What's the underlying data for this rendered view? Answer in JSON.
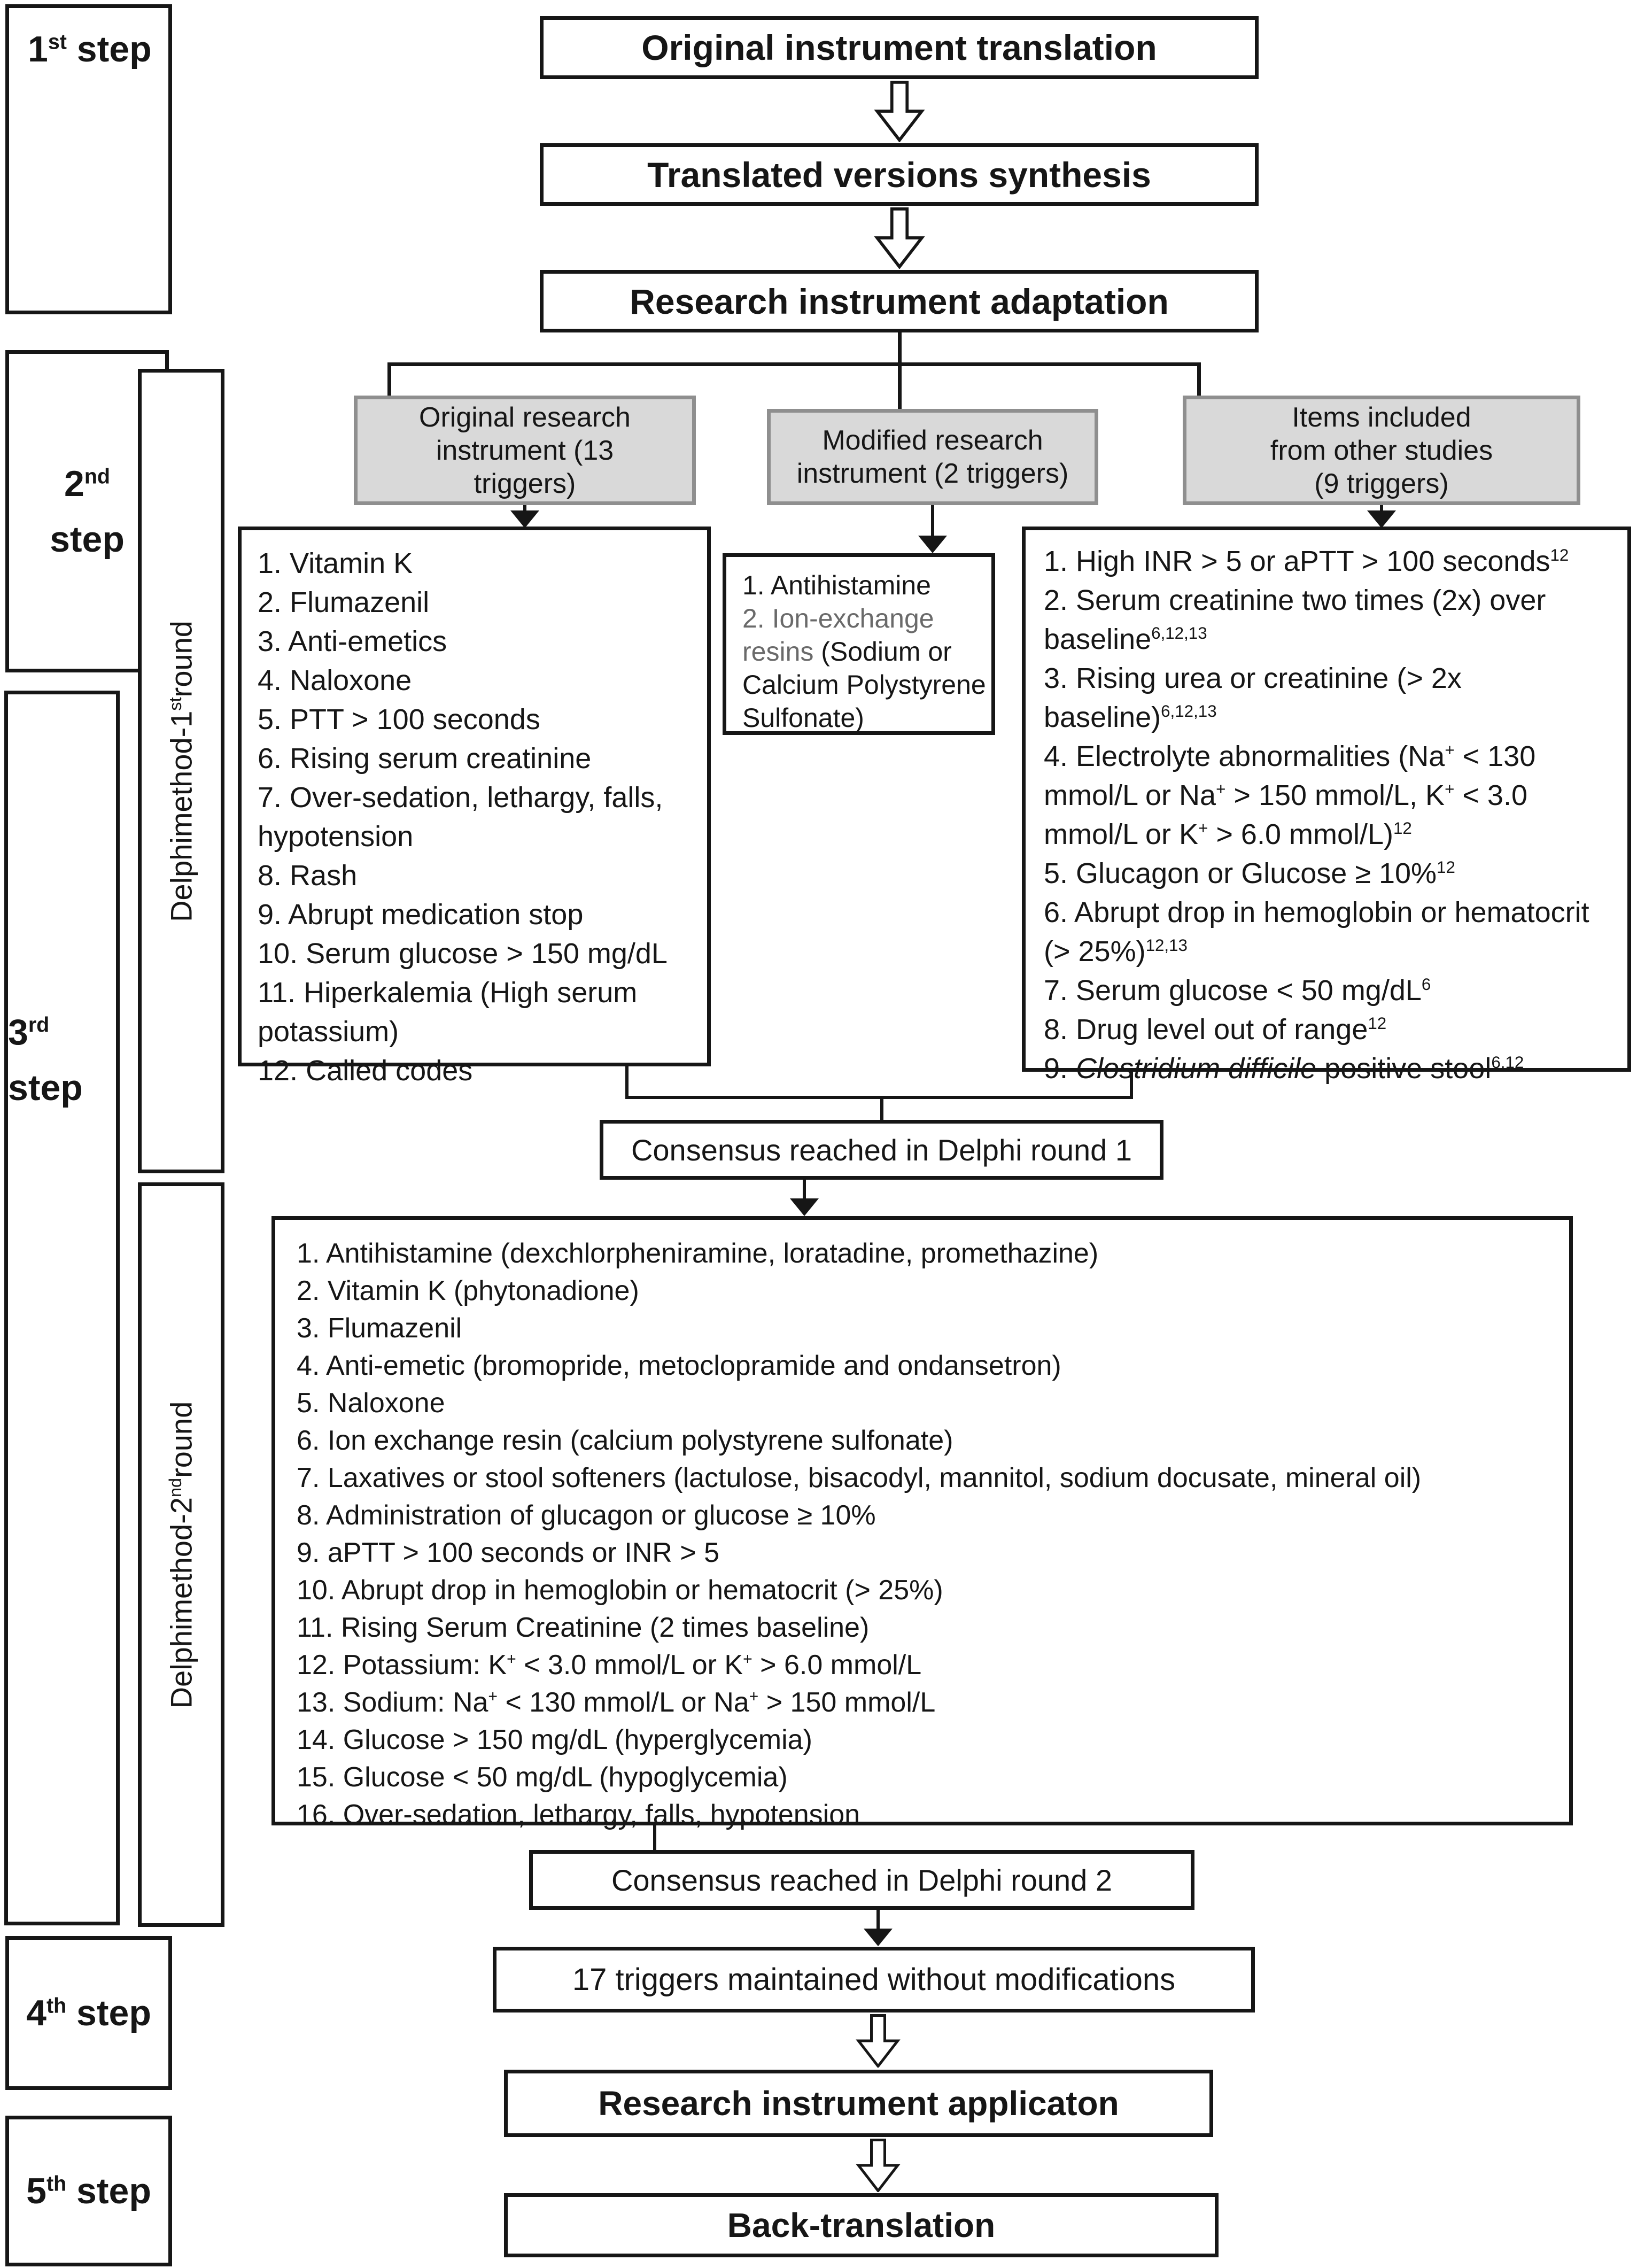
{
  "steps": {
    "step1": [
      {
        "t": "1"
      },
      {
        "t": "st",
        "s": "sup"
      },
      {
        "t": " step"
      }
    ],
    "step2_line1": [
      {
        "t": "2"
      },
      {
        "t": "nd",
        "s": "sup"
      }
    ],
    "step2_line2": [
      {
        "t": "step"
      }
    ],
    "step3_line1": [
      {
        "t": "3"
      },
      {
        "t": "rd",
        "s": "sup"
      }
    ],
    "step3_line2": [
      {
        "t": "step"
      }
    ],
    "step4": [
      {
        "t": "4"
      },
      {
        "t": "th",
        "s": "sup"
      },
      {
        "t": " step"
      }
    ],
    "step5": [
      {
        "t": "5"
      },
      {
        "t": "th",
        "s": "sup"
      },
      {
        "t": " step"
      }
    ]
  },
  "delphi_rounds": {
    "round1": [
      {
        "t": "Delphimethod-1"
      },
      {
        "t": "st",
        "s": "sup"
      },
      {
        "t": "round"
      }
    ],
    "round2": [
      {
        "t": "Delphimethod-2"
      },
      {
        "t": "nd",
        "s": "sup"
      },
      {
        "t": "round"
      }
    ]
  },
  "flow": {
    "box1": "Original instrument translation",
    "box2": "Translated versions synthesis",
    "box3": "Research instrument adaptation",
    "consensus1": "Consensus reached in Delphi round 1",
    "consensus2": "Consensus reached in Delphi round 2",
    "maintained": "17 triggers maintained without modifications",
    "application": "Research instrument applicaton",
    "back_translation": "Back-translation"
  },
  "branches": {
    "original": [
      "Original research",
      "instrument (13",
      "triggers)"
    ],
    "modified": [
      "Modified research",
      "instrument (2 triggers)"
    ],
    "other": [
      "Items included",
      "from other studies",
      "(9 triggers)"
    ]
  },
  "lists": {
    "original13": [
      [
        {
          "t": "1. Vitamin K"
        }
      ],
      [
        {
          "t": "2. Flumazenil"
        }
      ],
      [
        {
          "t": "3. Anti-emetics"
        }
      ],
      [
        {
          "t": "4. Naloxone"
        }
      ],
      [
        {
          "t": "5. PTT > 100 seconds"
        }
      ],
      [
        {
          "t": "6. Rising serum creatinine"
        }
      ],
      [
        {
          "t": "7. Over-sedation, lethargy, falls,"
        }
      ],
      [
        {
          "t": "hypotension"
        }
      ],
      [
        {
          "t": "8. Rash"
        }
      ],
      [
        {
          "t": "9. Abrupt medication stop"
        }
      ],
      [
        {
          "t": "10. Serum glucose > 150 mg/dL"
        }
      ],
      [
        {
          "t": "11. Hiperkalemia (High serum"
        }
      ],
      [
        {
          "t": "potassium)"
        }
      ],
      [
        {
          "t": "12. Called codes"
        }
      ]
    ],
    "modified2": [
      [
        {
          "t": "1. Antihistamine"
        }
      ],
      [
        {
          "t": "2. Ion-exchange",
          "s": "gray"
        }
      ],
      [
        {
          "t": "resins",
          "s": "gray"
        },
        {
          "t": " (Sodium or"
        }
      ],
      [
        {
          "t": "Calcium Polystyrene"
        }
      ],
      [
        {
          "t": "Sulfonate)"
        }
      ]
    ],
    "other9": [
      [
        {
          "t": "1. High INR > 5 or aPTT > 100 seconds"
        },
        {
          "t": "12",
          "s": "sup"
        }
      ],
      [
        {
          "t": "2. Serum creatinine two times (2x) over"
        }
      ],
      [
        {
          "t": "baseline"
        },
        {
          "t": "6,12,13",
          "s": "sup"
        }
      ],
      [
        {
          "t": "3. Rising urea or creatinine (> 2x"
        }
      ],
      [
        {
          "t": "baseline)"
        },
        {
          "t": "6,12,13",
          "s": "sup"
        }
      ],
      [
        {
          "t": "4. Electrolyte abnormalities (Na"
        },
        {
          "t": "+",
          "s": "sup"
        },
        {
          "t": " < 130"
        }
      ],
      [
        {
          "t": "mmol/L or Na"
        },
        {
          "t": "+",
          "s": "sup"
        },
        {
          "t": " > 150 mmol/L, K"
        },
        {
          "t": "+",
          "s": "sup"
        },
        {
          "t": " < 3.0"
        }
      ],
      [
        {
          "t": "mmol/L or K"
        },
        {
          "t": "+",
          "s": "sup"
        },
        {
          "t": " > 6.0 mmol/L)"
        },
        {
          "t": "12",
          "s": "sup"
        }
      ],
      [
        {
          "t": "5. Glucagon or Glucose ≥ 10%"
        },
        {
          "t": "12",
          "s": "sup"
        }
      ],
      [
        {
          "t": "6. Abrupt drop in hemoglobin or hematocrit"
        }
      ],
      [
        {
          "t": "(> 25%)"
        },
        {
          "t": "12,13",
          "s": "sup"
        }
      ],
      [
        {
          "t": "7. Serum glucose < 50 mg/dL"
        },
        {
          "t": "6",
          "s": "sup"
        }
      ],
      [
        {
          "t": "8. Drug level out of range"
        },
        {
          "t": "12",
          "s": "sup"
        }
      ],
      [
        {
          "t": "9. "
        },
        {
          "t": "Clostridium difficile",
          "s": "i"
        },
        {
          "t": " positive stool"
        },
        {
          "t": "6,12",
          "s": "sup"
        }
      ]
    ],
    "round2_16": [
      [
        {
          "t": "1. Antihistamine (dexchlorpheniramine, loratadine, promethazine)"
        }
      ],
      [
        {
          "t": "2. Vitamin K (phytonadione)"
        }
      ],
      [
        {
          "t": "3. Flumazenil"
        }
      ],
      [
        {
          "t": "4. Anti-emetic (bromopride, metoclopramide and ondansetron)"
        }
      ],
      [
        {
          "t": "5. Naloxone"
        }
      ],
      [
        {
          "t": "6. Ion exchange resin (calcium polystyrene sulfonate)"
        }
      ],
      [
        {
          "t": "7. Laxatives or stool softeners (lactulose, bisacodyl, mannitol, sodium docusate, mineral oil)"
        }
      ],
      [
        {
          "t": "8. Administration of glucagon or glucose ≥ 10%"
        }
      ],
      [
        {
          "t": "9. aPTT > 100 seconds or INR > 5"
        }
      ],
      [
        {
          "t": "10. Abrupt drop in hemoglobin or hematocrit (> 25%)"
        }
      ],
      [
        {
          "t": "11. Rising Serum Creatinine (2 times baseline)"
        }
      ],
      [
        {
          "t": "12. Potassium: K"
        },
        {
          "t": "+",
          "s": "sup"
        },
        {
          "t": " < 3.0 mmol/L or K"
        },
        {
          "t": "+",
          "s": "sup"
        },
        {
          "t": " > 6.0 mmol/L"
        }
      ],
      [
        {
          "t": "13. Sodium: Na"
        },
        {
          "t": "+",
          "s": "sup"
        },
        {
          "t": " < 130 mmol/L or Na"
        },
        {
          "t": "+",
          "s": "sup"
        },
        {
          "t": " > 150 mmol/L"
        }
      ],
      [
        {
          "t": "14. Glucose > 150 mg/dL (hyperglycemia)"
        }
      ],
      [
        {
          "t": "15. Glucose < 50 mg/dL (hypoglycemia)"
        }
      ],
      [
        {
          "t": "16. Over-sedation, lethargy, falls, hypotension"
        }
      ]
    ]
  },
  "colors": {
    "ink": "#161616",
    "gray_fill": "#d9d9d9",
    "gray_border": "#8f8f8f",
    "gray_text": "#6a6a6a"
  }
}
